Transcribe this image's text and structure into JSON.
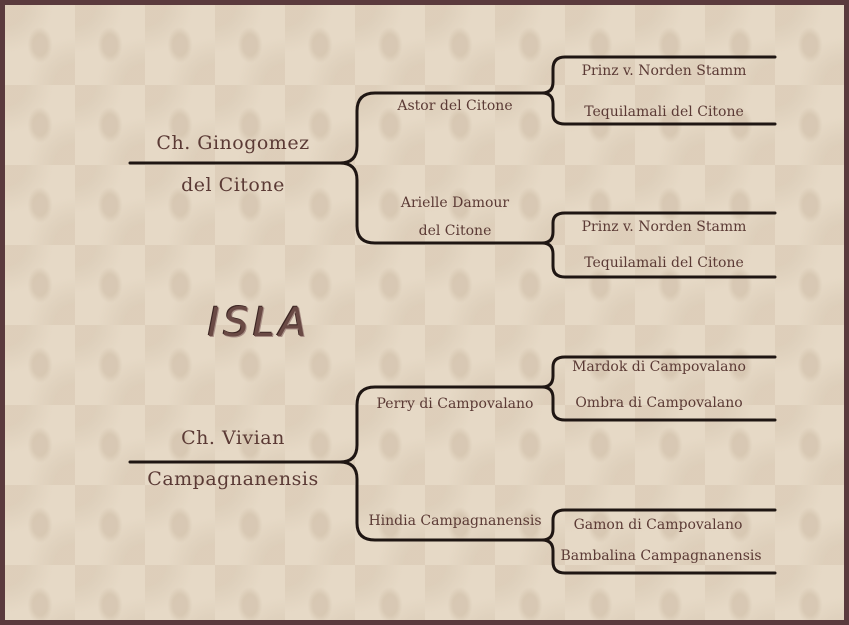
{
  "subject": "ISLA",
  "sire": {
    "name_line1": "Ch. Ginogomez",
    "name_line2": "del Citone",
    "sire": {
      "name": "Astor del Citone",
      "sire": "Prinz v. Norden Stamm",
      "dam": "Tequilamali del Citone"
    },
    "dam": {
      "name_line1": "Arielle Damour",
      "name_line2": "del Citone",
      "sire": "Prinz v. Norden Stamm",
      "dam": "Tequilamali del Citone"
    }
  },
  "dam": {
    "name_line1": "Ch. Vivian",
    "name_line2": "Campagnanensis",
    "sire": {
      "name": "Perry di Campovalano",
      "sire": "Mardok di Campovalano",
      "dam": "Ombra di Campovalano"
    },
    "dam": {
      "name": "Hindia Campagnanensis",
      "sire": "Gamon di Campovalano",
      "dam": "Bambalina Campagnanensis"
    }
  },
  "colors": {
    "border": "#5a3a3d",
    "background": "#e6d9c6",
    "text": "#5b3a35",
    "line": "#1f1613"
  }
}
